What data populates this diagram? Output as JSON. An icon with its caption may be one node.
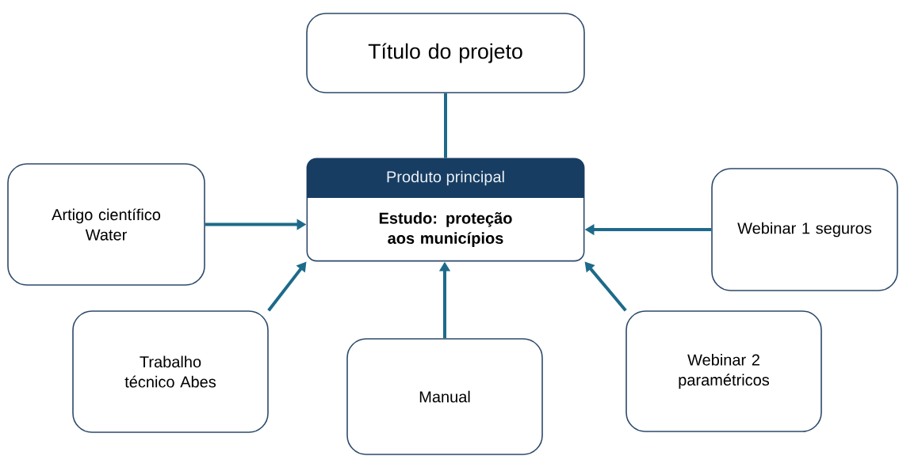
{
  "diagram": {
    "nodes": [
      {
        "text": [
          "Título do projeto"
        ]
      },
      {
        "text": [
          "Produto principal",
          "Estudo: proteção aos municípios"
        ]
      },
      {
        "text": [
          "Artigo científico Water"
        ]
      },
      {
        "text": [
          "Webinar 1 seguros"
        ]
      },
      {
        "text": [
          "Trabalho técnico Abes"
        ]
      },
      {
        "text": [
          "Manual"
        ]
      },
      {
        "text": [
          "Webinar 2 paramétricos"
        ]
      }
    ],
    "edges": [
      {
        "from": 0,
        "to": 1,
        "arrow": "none"
      },
      {
        "from": 2,
        "to": 1,
        "arrow": "to"
      },
      {
        "from": 3,
        "to": 1,
        "arrow": "to"
      },
      {
        "from": 4,
        "to": 1,
        "arrow": "to"
      },
      {
        "from": 5,
        "to": 1,
        "arrow": "to"
      },
      {
        "from": 6,
        "to": 1,
        "arrow": "to"
      }
    ]
  }
}
